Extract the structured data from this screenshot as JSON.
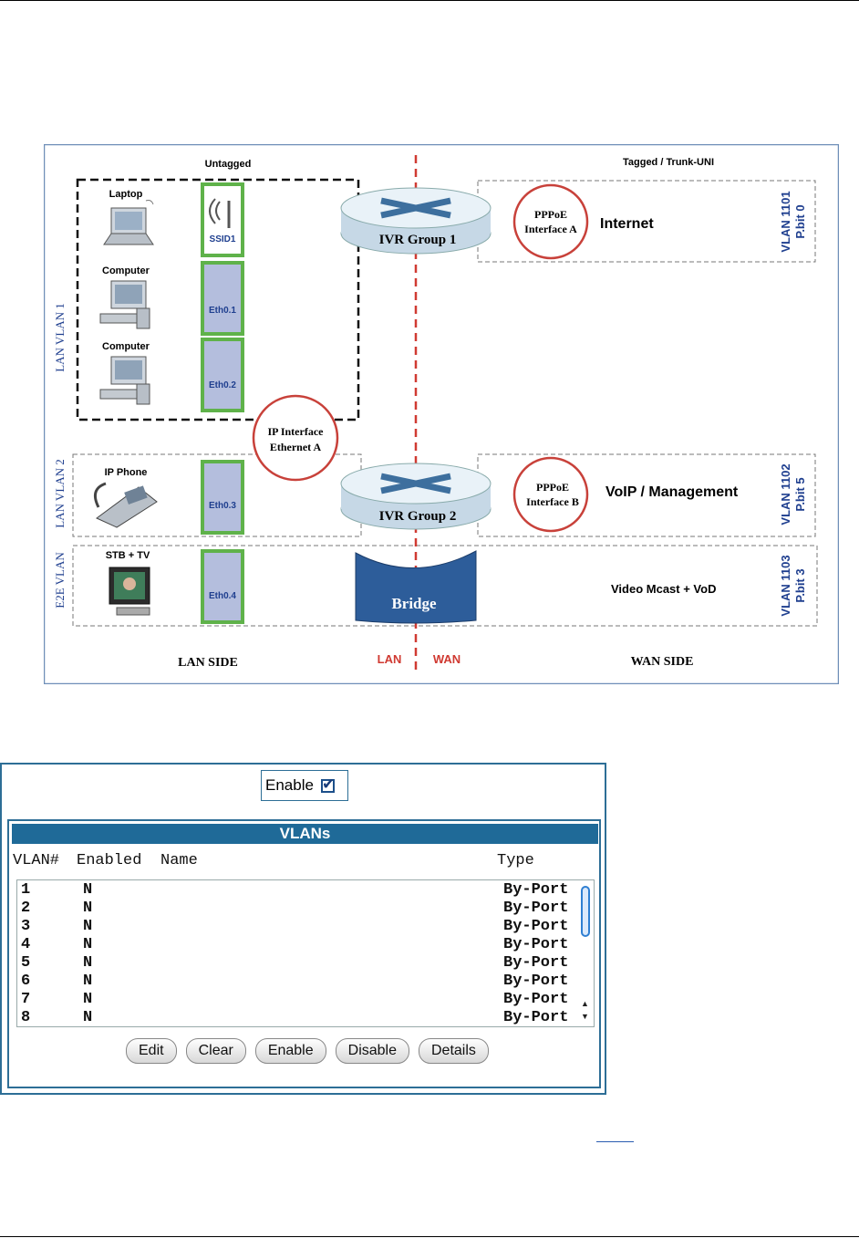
{
  "diagram": {
    "untagged": "Untagged",
    "tagged": "Tagged  / Trunk-UNI",
    "lan_vlan1": "LAN VLAN 1",
    "lan_vlan2": "LAN VLAN 2",
    "e2e_vlan": "E2E VLAN",
    "devices": {
      "laptop": "Laptop",
      "computer1": "Computer",
      "computer2": "Computer",
      "ip_phone": "IP Phone",
      "stb_tv": "STB + TV"
    },
    "ports": {
      "ssid1": "SSID1",
      "eth01": "Eth0.1",
      "eth02": "Eth0.2",
      "eth03": "Eth0.3",
      "eth04": "Eth0.4"
    },
    "ip_interface": {
      "line1": "IP Interface",
      "line2": "Ethernet A"
    },
    "ivr1": "IVR Group 1",
    "ivr2": "IVR Group 2",
    "bridge": "Bridge",
    "pppoe_a": {
      "line1": "PPPoE",
      "line2": "Interface A"
    },
    "pppoe_b": {
      "line1": "PPPoE",
      "line2": "Interface B"
    },
    "internet": "Internet",
    "voip": "VoIP / Management",
    "video": "Video Mcast + VoD",
    "vlan1101": {
      "line1": "VLAN 1101",
      "line2": "P.bit 0"
    },
    "vlan1102": {
      "line1": "VLAN 1102",
      "line2": "P.bit 5"
    },
    "vlan1103": {
      "line1": "VLAN 1103",
      "line2": "P.bit 3"
    },
    "lan_side": "LAN SIDE",
    "lan": "LAN",
    "wan": "WAN",
    "wan_side": "WAN SIDE"
  },
  "panel": {
    "enable_label": "Enable",
    "enable_checked": true,
    "title": "VLANs",
    "columns": {
      "vlan": "VLAN#",
      "enabled": "Enabled",
      "name": "Name",
      "type": "Type"
    },
    "rows": [
      {
        "vlan": "1",
        "enabled": "N",
        "name": "",
        "type": "By-Port"
      },
      {
        "vlan": "2",
        "enabled": "N",
        "name": "",
        "type": "By-Port"
      },
      {
        "vlan": "3",
        "enabled": "N",
        "name": "",
        "type": "By-Port"
      },
      {
        "vlan": "4",
        "enabled": "N",
        "name": "",
        "type": "By-Port"
      },
      {
        "vlan": "5",
        "enabled": "N",
        "name": "",
        "type": "By-Port"
      },
      {
        "vlan": "6",
        "enabled": "N",
        "name": "",
        "type": "By-Port"
      },
      {
        "vlan": "7",
        "enabled": "N",
        "name": "",
        "type": "By-Port"
      },
      {
        "vlan": "8",
        "enabled": "N",
        "name": "",
        "type": "By-Port"
      }
    ],
    "buttons": {
      "edit": "Edit",
      "clear": "Clear",
      "enable": "Enable",
      "disable": "Disable",
      "details": "Details"
    }
  }
}
